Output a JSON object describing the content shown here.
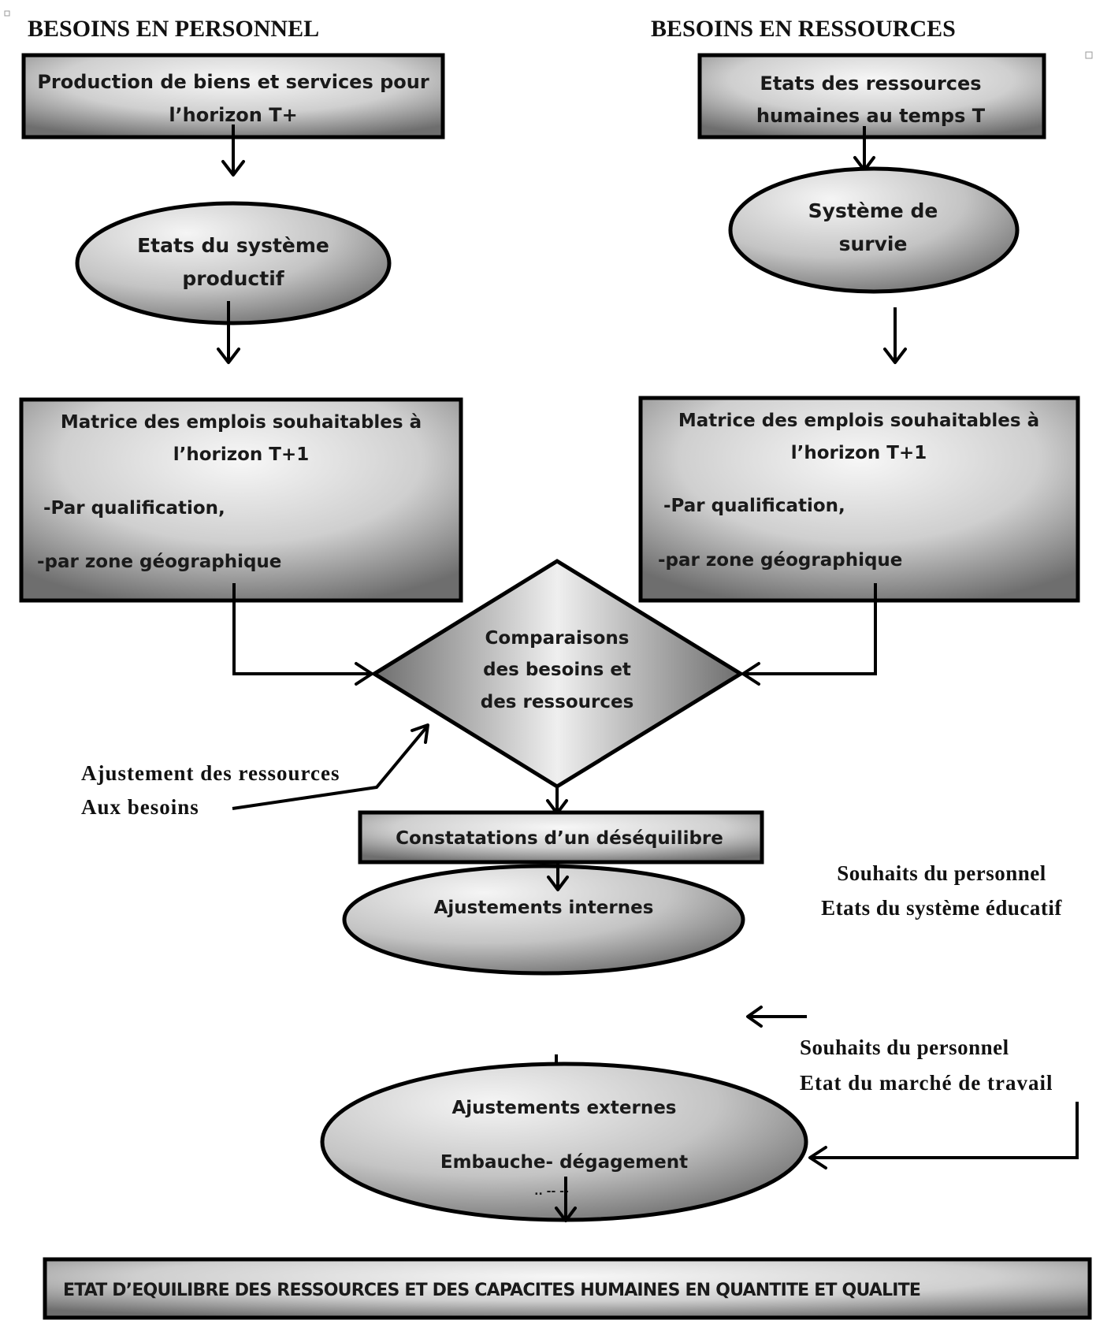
{
  "headers": {
    "left": "BESOINS EN PERSONNEL",
    "right": "BESOINS EN RESSOURCES"
  },
  "left_column": {
    "production_box": [
      "Production de biens et services pour",
      "l’horizon T+"
    ],
    "productive_system_ellipse": [
      "Etats du système",
      "productif"
    ],
    "matrix_box": {
      "title": [
        "Matrice des emplois souhaitables à",
        "l’horizon T+1"
      ],
      "items": [
        "-Par qualification,",
        "-par zone géographique"
      ]
    }
  },
  "right_column": {
    "hr_state_box": [
      "Etats des ressources",
      "humaines au temps T"
    ],
    "survival_ellipse": [
      "Système de",
      "survie"
    ],
    "matrix_box": {
      "title": [
        "Matrice des emplois souhaitables à",
        "l’horizon T+1"
      ],
      "items": [
        "-Par qualification,",
        "-par zone géographique"
      ]
    }
  },
  "comparison_diamond": [
    "Comparaisons",
    "des besoins et",
    "des ressources"
  ],
  "adjustment_note": [
    "Ajustement des ressources",
    "Aux besoins"
  ],
  "imbalance_box": "Constatations d’un déséquilibre",
  "internal_ellipse": "Ajustements internes",
  "internal_inputs": [
    "Souhaits du personnel",
    "Etats du système éducatif"
  ],
  "external_inputs": [
    "Souhaits du personnel",
    "Etat du marché de travail"
  ],
  "external_ellipse": {
    "title": "Ajustements externes",
    "subtitle": "Embauche- dégagement",
    "trailing": "..  --    --"
  },
  "final_box": "ETAT D’EQUILIBRE DES RESSOURCES ET DES CAPACITES HUMAINES EN QUANTITE ET QUALITE",
  "colors": {
    "shape_light": "#f2f2f2",
    "shape_dark": "#7a7a7a",
    "stroke": "#000000",
    "text": "#111111"
  }
}
